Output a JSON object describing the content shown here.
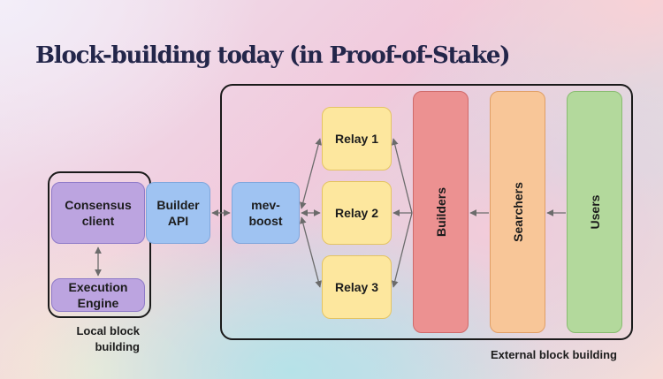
{
  "title": "Block-building today (in Proof-of-Stake)",
  "local": {
    "consensus": "Consensus\nclient",
    "execution": "Execution\nEngine",
    "caption": "Local block\nbuilding"
  },
  "builder_api": "Builder\nAPI",
  "mev_boost": "mev-\nboost",
  "relays": [
    "Relay 1",
    "Relay 2",
    "Relay 3"
  ],
  "columns": {
    "builders": "Builders",
    "searchers": "Searchers",
    "users": "Users"
  },
  "external_caption": "External block building",
  "colors": {
    "purple": "#bca4e0",
    "blue": "#9fc3f2",
    "yellow": "#fde79e",
    "red": "#ec9191",
    "orange": "#f8c698",
    "green": "#b3d99c",
    "arrow": "#6b6b6b"
  }
}
